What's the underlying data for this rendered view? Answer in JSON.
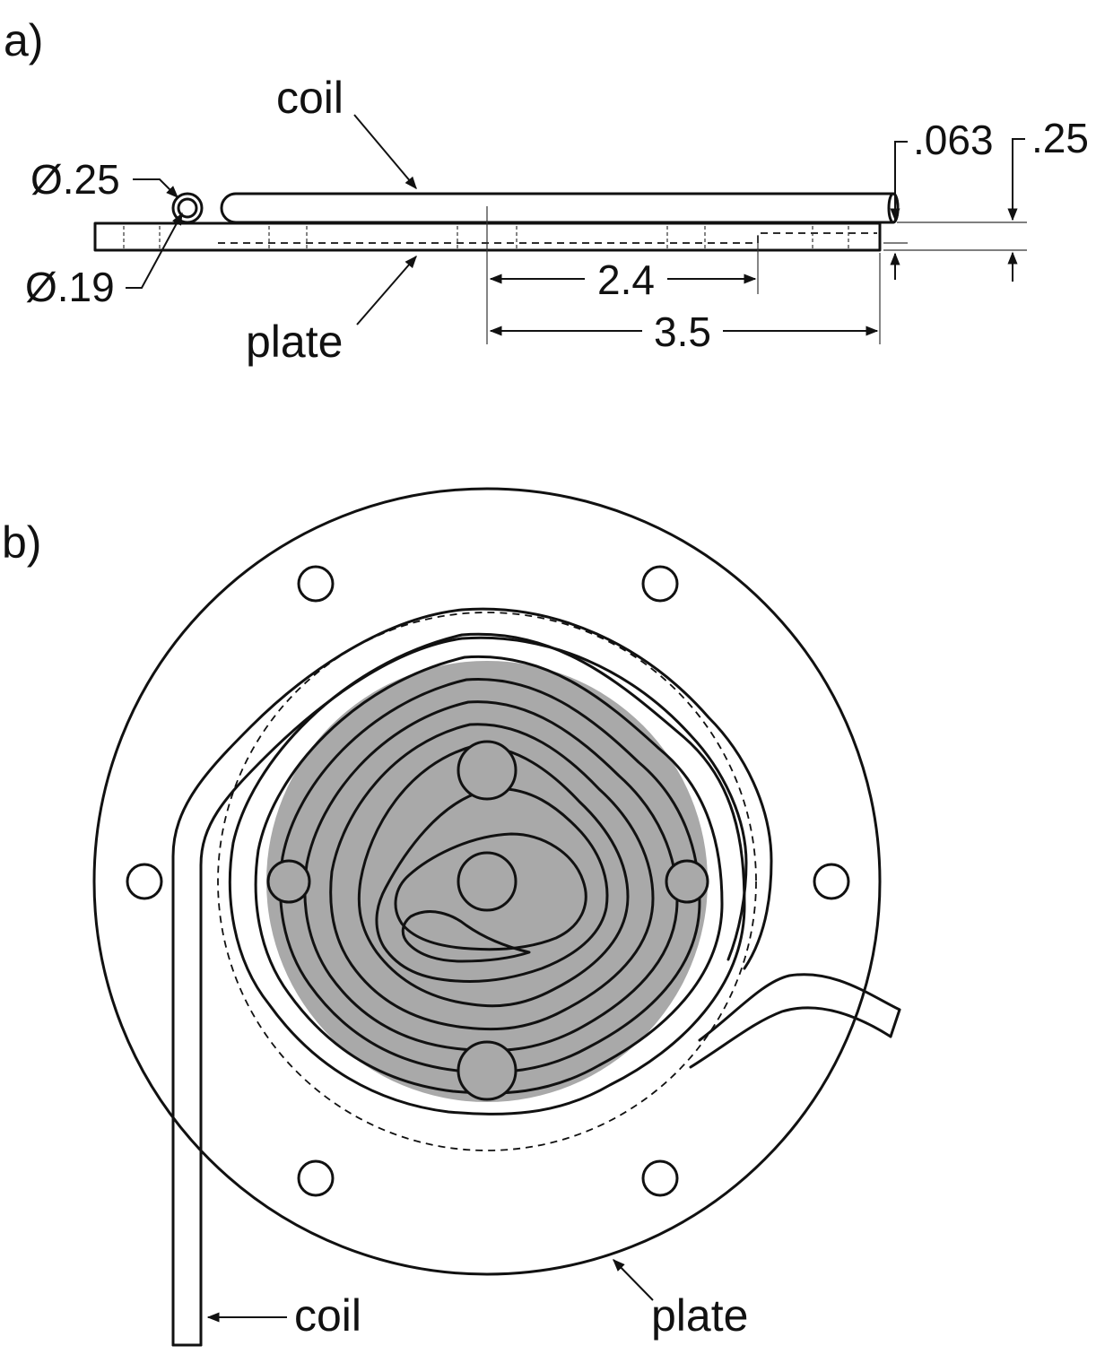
{
  "panel_a": {
    "panel_label": "a)",
    "coil_label": "coil",
    "plate_label": "plate",
    "outer_diameter": "Ø.25",
    "inner_diameter": "Ø.19",
    "plate_thickness": ".063",
    "overall_height": ".25",
    "dim_inner": "2.4",
    "dim_outer": "3.5"
  },
  "panel_b": {
    "panel_label": "b)",
    "coil_label": "coil",
    "plate_label": "plate"
  }
}
